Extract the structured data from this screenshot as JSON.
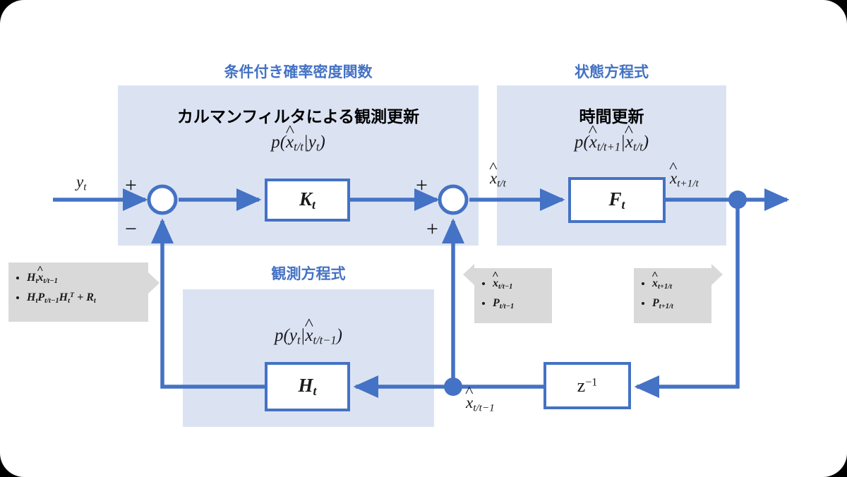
{
  "diagram": {
    "title_observation_section": "条件付き確率密度関数",
    "title_state_section": "状態方程式",
    "title_measurement_section": "観測方程式",
    "block_title_measurement_update": "カルマンフィルタによる観測更新",
    "block_title_time_update": "時間更新",
    "formulas": {
      "posterior": "p(x̂_{t/t}|y_t)",
      "prediction": "p(x̂_{t/t+1}|x̂_{t/t})",
      "likelihood": "p(y_t|x̂_{t/t-1})"
    },
    "blocks": {
      "gain": "K_t",
      "transition": "F_t",
      "observation": "H_t",
      "delay": "z^-1"
    },
    "signals": {
      "input": "y_t",
      "filtered": "x̂_{t/t}",
      "predicted": "x̂_{t+1/t}",
      "prior": "x̂_{t/t-1}"
    },
    "signs": {
      "sum1_plus": "+",
      "sum1_minus": "−",
      "sum2_plus_top": "+",
      "sum2_plus_bottom": "+"
    },
    "callouts": {
      "innovation": {
        "items": [
          "H_t x̂_{t/t-1}",
          "H_t P_{t/t-1} H_t^T + R_t"
        ]
      },
      "prior_estimate": {
        "items": [
          "x̂_{t/t-1}",
          "P_{t/t-1}"
        ]
      },
      "predicted_estimate": {
        "items": [
          "x̂_{t+1/t}",
          "P_{t+1/t}"
        ]
      }
    },
    "colors": {
      "panel_fill": "#dbe3f3",
      "wire": "#4472c4",
      "heading": "#4472c4",
      "callout_fill": "#d9d9d9",
      "card": "#ffffff"
    }
  }
}
